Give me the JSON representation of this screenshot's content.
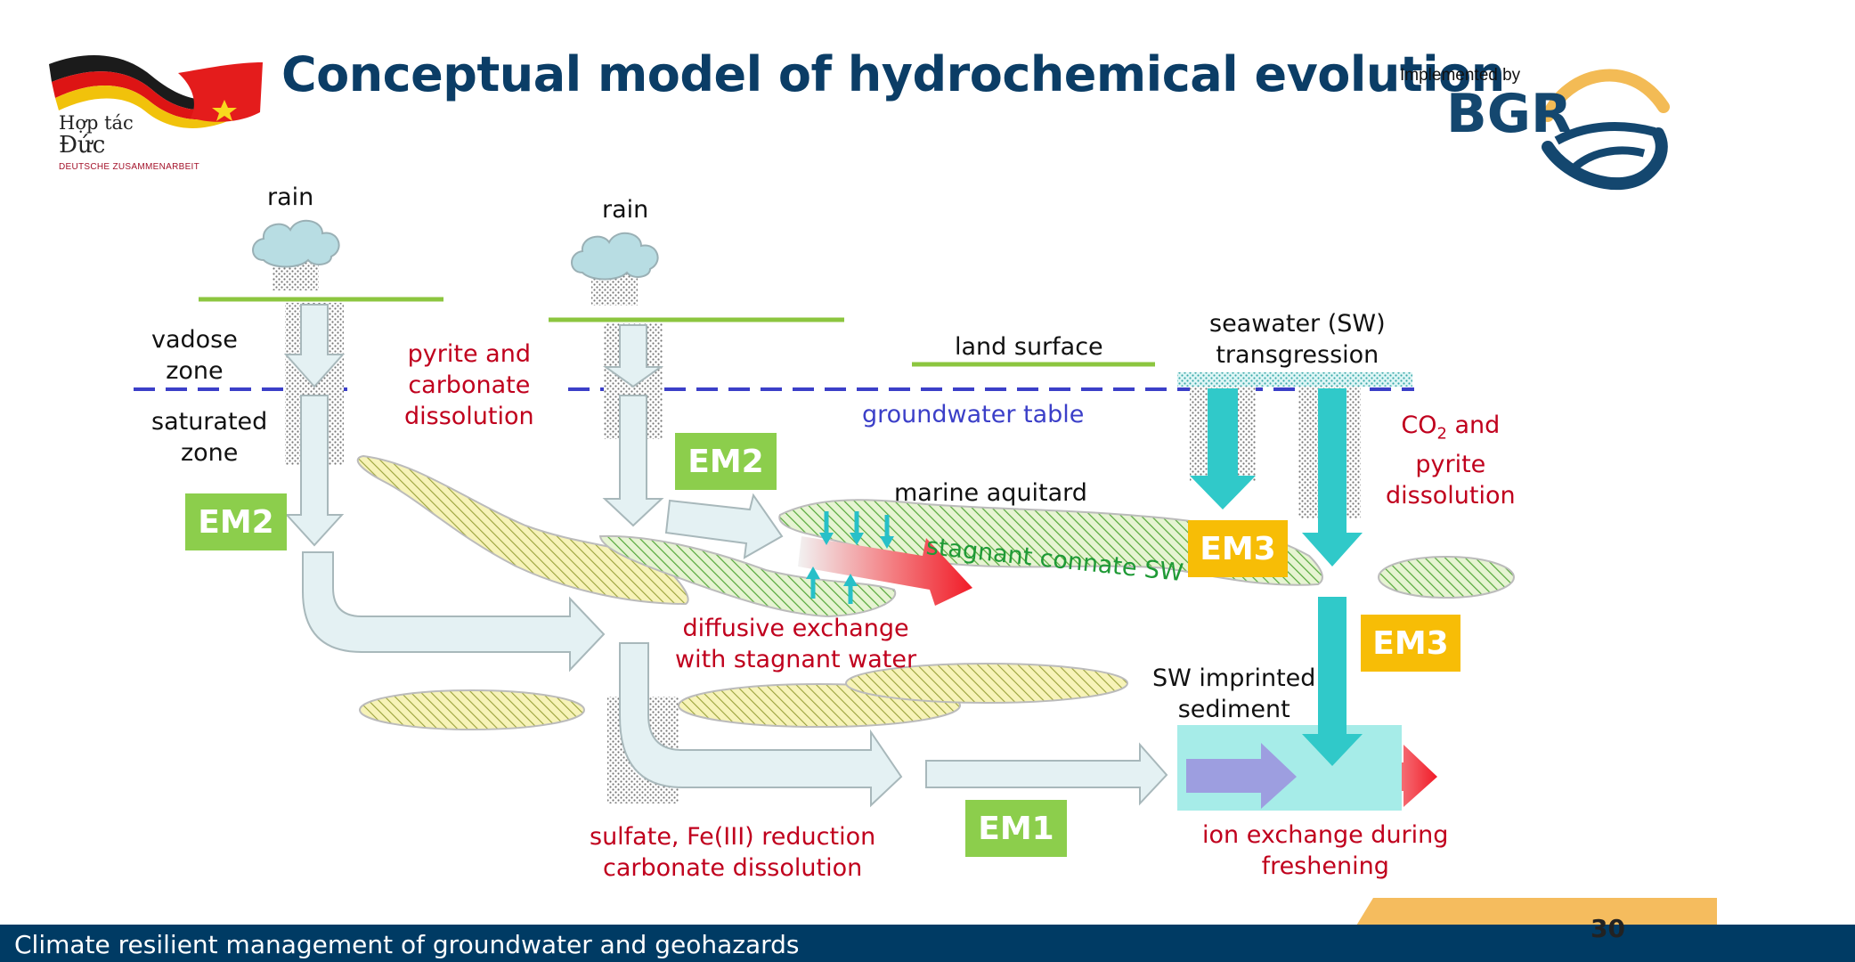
{
  "header": {
    "title": "Conceptual model of hydrochemical evolution",
    "implemented_by": "Implemented by",
    "bgr_logo_text": "BGR",
    "partner_logo": {
      "line1": "Hợp tác",
      "line2": "Đức",
      "line3": "DEUTSCHE ZUSAMMENARBEIT"
    }
  },
  "diagram": {
    "rain_left": "rain",
    "rain_middle": "rain",
    "vadose_zone": "vadose\nzone",
    "saturated_zone": "saturated\nzone",
    "pyrite_carbonate": "pyrite and\ncarbonate\ndissolution",
    "land_surface": "land surface",
    "groundwater_table": "groundwater table",
    "seawater_transgression": "seawater (SW)\ntransgression",
    "co2_pyrite_prefix": "CO",
    "co2_pyrite_sub": "2",
    "co2_pyrite_suffix": " and\npyrite\ndissolution",
    "marine_aquitard": "marine aquitard",
    "stagnant_connate": "stagnant connate SW",
    "diffusive_exchange": "diffusive exchange\nwith stagnant water",
    "sw_imprinted": "SW imprinted\nsediment",
    "sulfate_reduction": "sulfate, Fe(III) reduction\ncarbonate dissolution",
    "ion_exchange": "ion exchange during\nfreshening",
    "em_labels": {
      "em2_left": "EM2",
      "em2_middle": "EM2",
      "em3_upper": "EM3",
      "em3_lower": "EM3",
      "em1": "EM1"
    }
  },
  "colors": {
    "title": "#0b3d66",
    "footer_bar": "#003b64",
    "page_tab": "#f5bc5e",
    "em_green": "#8cce4c",
    "em_yellow": "#f7bd06",
    "process_red": "#c0001d",
    "groundwater_blue": "#3b3fc8",
    "land_green": "#8cc63f",
    "seawater_teal": "#30c9c9",
    "flow_pale": "#e4f1f3"
  },
  "footer": {
    "text": "Climate resilient management of groundwater and geohazards",
    "page_number": "30"
  }
}
